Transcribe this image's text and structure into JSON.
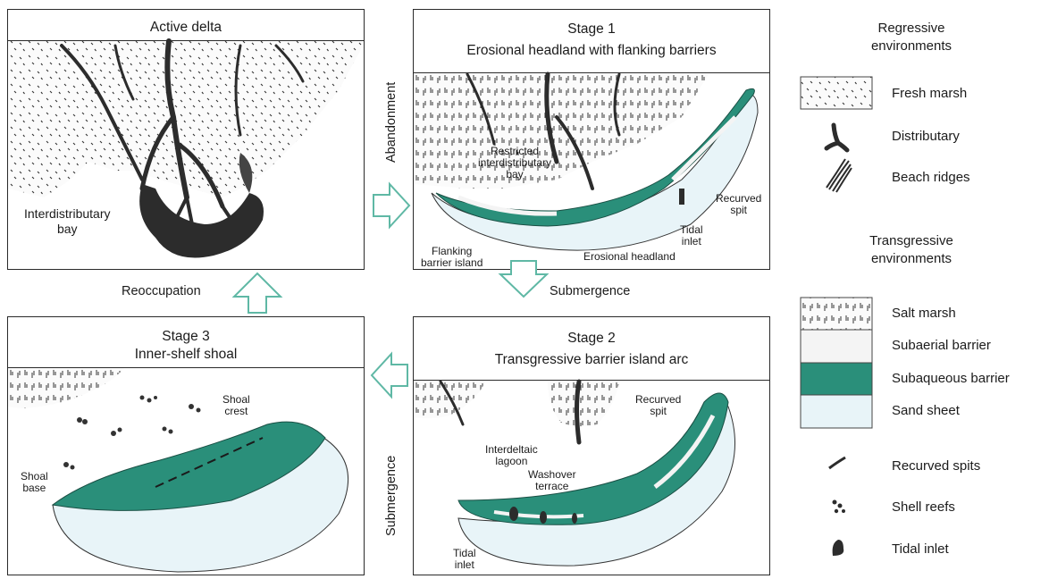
{
  "colors": {
    "subaqueous_barrier": "#2a8f7a",
    "sand_sheet": "#e8f4f8",
    "subaerial_barrier": "#f4f4f4",
    "distributary": "#2c2c2c",
    "arrow": "#5fb8a5"
  },
  "panels": {
    "active_delta": {
      "title": "Active delta",
      "labels": {
        "interdistributary_bay": "Interdistributary\nbay"
      }
    },
    "stage1": {
      "title_line1": "Stage 1",
      "title_line2": "Erosional headland with flanking barriers",
      "labels": {
        "restricted_bay": "Restricted\ninterdistributary\nbay",
        "recurved_spit": "Recurved\nspit",
        "tidal_inlet": "Tidal\ninlet",
        "flanking_barrier": "Flanking\nbarrier island",
        "erosional_headland": "Erosional headland"
      }
    },
    "stage2": {
      "title_line1": "Stage 2",
      "title_line2": "Transgressive barrier island arc",
      "labels": {
        "recurved_spit": "Recurved\nspit",
        "interdeltaic_lagoon": "Interdeltaic\nlagoon",
        "washover_terrace": "Washover\nterrace",
        "tidal_inlet": "Tidal\ninlet"
      }
    },
    "stage3": {
      "title_line1": "Stage 3",
      "title_line2": "Inner-shelf shoal",
      "labels": {
        "shoal_crest": "Shoal\ncrest",
        "shoal_base": "Shoal\nbase"
      }
    }
  },
  "transitions": {
    "abandonment": "Abandonment",
    "submergence_1": "Submergence",
    "submergence_2": "Submergence",
    "reoccupation": "Reoccupation"
  },
  "legend": {
    "regressive_heading": "Regressive\nenvironments",
    "regressive_items": [
      {
        "label": "Fresh marsh",
        "icon": "fresh-marsh-swatch"
      },
      {
        "label": "Distributary",
        "icon": "distributary-icon"
      },
      {
        "label": "Beach ridges",
        "icon": "beach-ridges-icon"
      }
    ],
    "transgressive_heading": "Transgressive\nenvironments",
    "transgressive_items": [
      {
        "label": "Salt marsh",
        "icon": "salt-marsh-swatch"
      },
      {
        "label": "Subaerial barrier",
        "icon": "subaerial-barrier-swatch"
      },
      {
        "label": "Subaqueous barrier",
        "icon": "subaqueous-barrier-swatch"
      },
      {
        "label": "Sand sheet",
        "icon": "sand-sheet-swatch"
      }
    ],
    "symbol_items": [
      {
        "label": "Recurved spits",
        "icon": "recurved-spits-icon"
      },
      {
        "label": "Shell reefs",
        "icon": "shell-reefs-icon"
      },
      {
        "label": "Tidal inlet",
        "icon": "tidal-inlet-icon"
      }
    ]
  }
}
